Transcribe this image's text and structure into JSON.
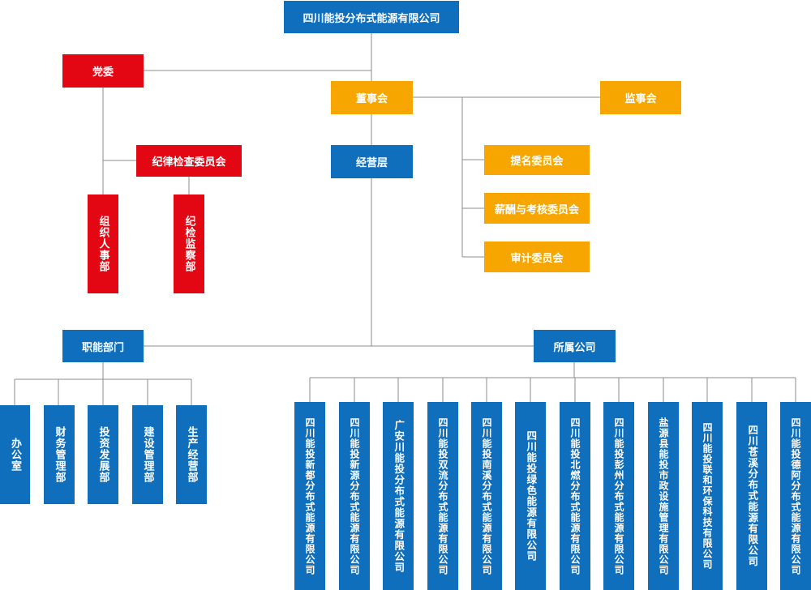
{
  "chart": {
    "root": "四川能投分布式能源有限公司",
    "party_committee": "党委",
    "board": "董事会",
    "supervisory_board": "监事会",
    "discipline_committee": "纪律检查委员会",
    "organization_hr": "组织人事部",
    "discipline_supervision": "纪检监察部",
    "management": "经营层",
    "board_committees": [
      "提名委员会",
      "薪酬与考核委员会",
      "审计委员会"
    ],
    "functional_departments": {
      "label": "职能部门",
      "items": [
        "办公室",
        "财务管理部",
        "投资发展部",
        "建设管理部",
        "生产经营部"
      ]
    },
    "subsidiaries": {
      "label": "所属公司",
      "items": [
        "四川能投新都分布式能源有限公司",
        "四川能投新源分布式能源有限公司",
        "广安川能投分布式能源有限公司",
        "四川能投双流分布式能源有限公司",
        "四川能投南溪分布式能源有限公司",
        "四川能投绿色能源有限公司",
        "四川能投北燃分布式能源有限公司",
        "四川能投彭州分布式能源有限公司",
        "盐源县能投市政设施管理有限公司",
        "四川能投联和环保科技有限公司",
        "四川苍溪分布式能源有限公司",
        "四川能投德阿分布式能源有限公司"
      ]
    }
  },
  "colors": {
    "blue": "#0f6fbd",
    "red": "#e30613",
    "orange": "#f7a600",
    "line": "#8c8c8c"
  }
}
